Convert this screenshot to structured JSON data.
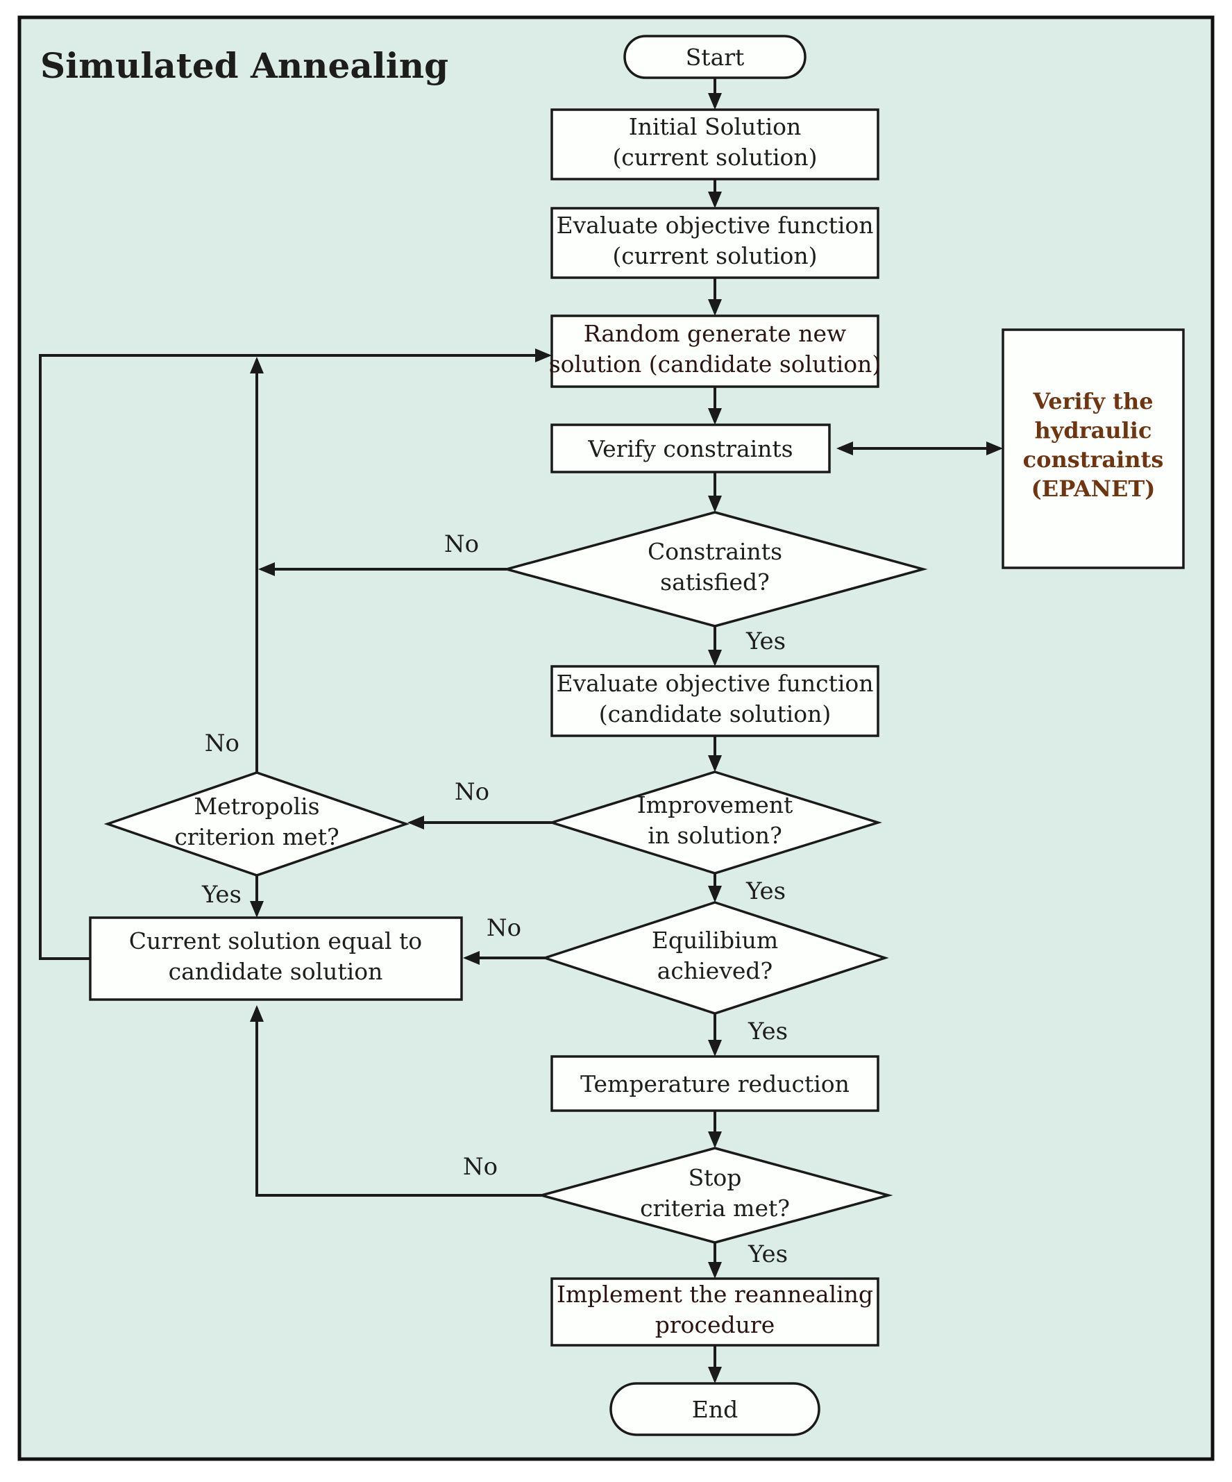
{
  "title": "Simulated Annealing",
  "colors": {
    "background": "#dcede7",
    "box_fill": "#fdfffd",
    "pink_fill": "#f8cec8",
    "orange_fill": "#f8962c",
    "line": "#1a1a1a"
  },
  "nodes": {
    "start": {
      "label": "Start",
      "type": "terminator"
    },
    "initial_solution": {
      "type": "process",
      "lines": [
        "Initial Solution",
        "(current solution)"
      ]
    },
    "evaluate_current": {
      "type": "process",
      "lines": [
        "Evaluate objective function",
        "(current solution)"
      ]
    },
    "random_generate": {
      "type": "process-highlight",
      "lines": [
        "Random generate new",
        "solution (candidate solution)"
      ]
    },
    "verify_constraints": {
      "type": "process",
      "label": "Verify constraints"
    },
    "hydraulic_constraints": {
      "type": "external",
      "lines": [
        "Verify the",
        "hydraulic",
        "constraints",
        "(EPANET)"
      ]
    },
    "constraints_satisfied": {
      "type": "decision",
      "lines": [
        "Constraints",
        "satisfied?"
      ]
    },
    "evaluate_candidate": {
      "type": "process",
      "lines": [
        "Evaluate objective function",
        "(candidate solution)"
      ]
    },
    "improvement": {
      "type": "decision",
      "lines": [
        "Improvement",
        "in solution?"
      ]
    },
    "metropolis": {
      "type": "decision",
      "lines": [
        "Metropolis",
        "criterion met?"
      ]
    },
    "current_equal": {
      "type": "process",
      "lines": [
        "Current solution equal to",
        "candidate solution"
      ]
    },
    "equilibrium": {
      "type": "decision",
      "lines": [
        "Equilibium",
        "achieved?"
      ]
    },
    "temperature": {
      "type": "process",
      "label": "Temperature reduction"
    },
    "stop_criteria": {
      "type": "decision",
      "lines": [
        "Stop",
        "criteria met?"
      ]
    },
    "reannealing": {
      "type": "process-highlight",
      "lines": [
        "Implement the reannealing",
        "procedure"
      ]
    },
    "end": {
      "label": "End",
      "type": "terminator"
    }
  },
  "edge_labels": {
    "constraints_no": "No",
    "constraints_yes": "Yes",
    "improvement_no": "No",
    "improvement_yes": "Yes",
    "metropolis_no": "No",
    "metropolis_yes": "Yes",
    "equilibrium_no": "No",
    "equilibrium_yes": "Yes",
    "stop_no": "No",
    "stop_yes": "Yes"
  }
}
